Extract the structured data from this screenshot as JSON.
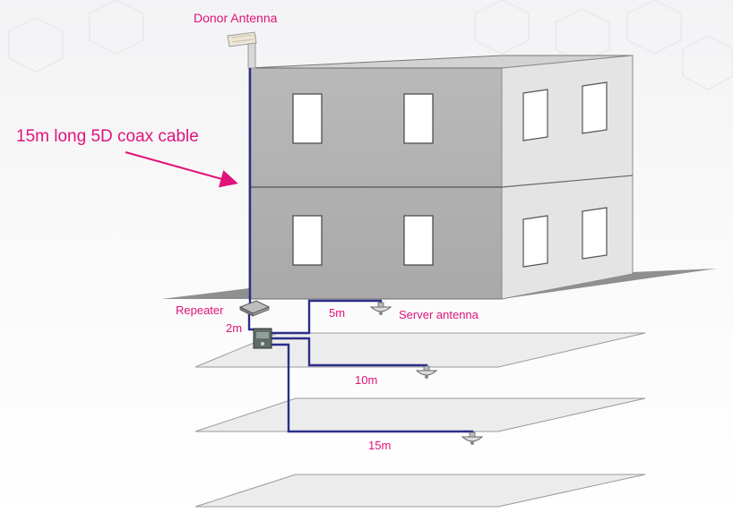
{
  "labels": {
    "donor_antenna": "Donor Antenna",
    "coax_cable": "15m long 5D coax cable",
    "repeater": "Repeater",
    "server_antenna": "Server antenna",
    "dist_2m": "2m",
    "dist_5m": "5m",
    "dist_10m": "10m",
    "dist_15m": "15m"
  },
  "colors": {
    "label": "#e0137a",
    "cable": "#2a2f8a",
    "wall_front": "#b5b5b5",
    "wall_side": "#e4e4e4",
    "roof": "#d2d2d2",
    "floor_slab": "#ececec",
    "ground": "#8f8f8f"
  }
}
